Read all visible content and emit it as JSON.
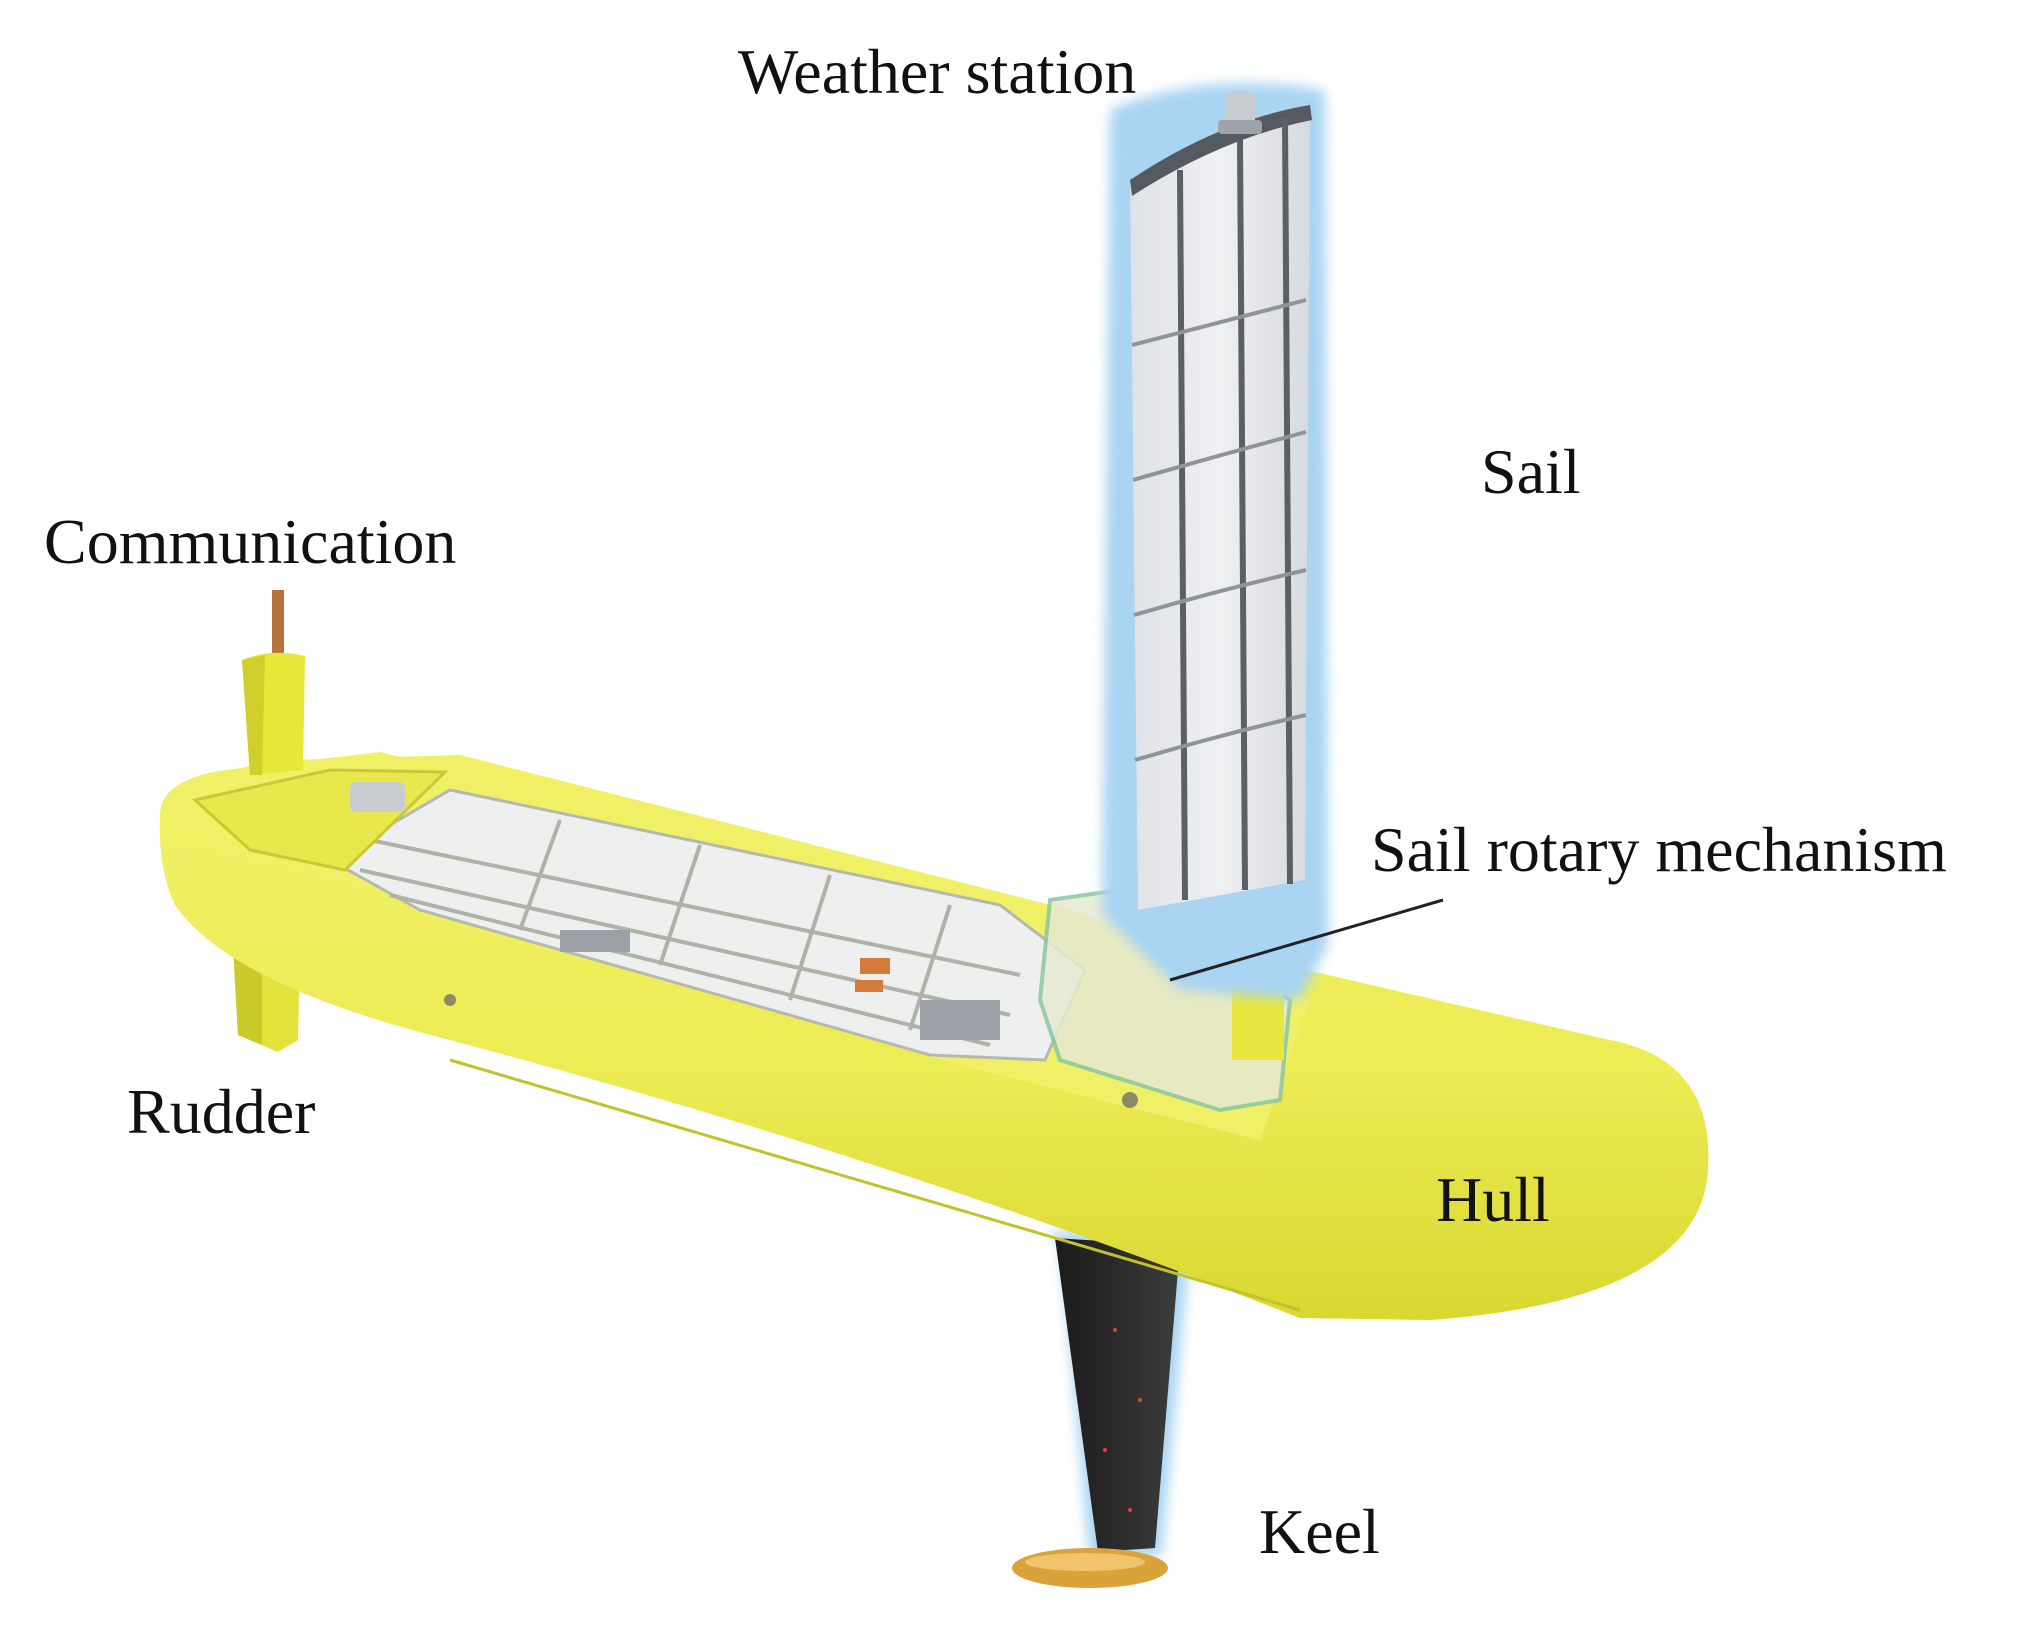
{
  "labels": {
    "weather_station": "Weather station",
    "sail": "Sail",
    "communication": "Communication",
    "sail_rotary_mechanism": "Sail rotary mechanism",
    "rudder": "Rudder",
    "hull": "Hull",
    "keel": "Keel"
  },
  "colors": {
    "hull_yellow": "#ecec55",
    "hull_shadow": "#d6d42c",
    "glow_blue": "#a9d4f2",
    "sail_panel": "#e7e9ec",
    "sail_frame": "#5b5f66",
    "keel_dark": "#262626",
    "keel_bulb": "#d9a33a",
    "antenna": "#b5733a"
  }
}
